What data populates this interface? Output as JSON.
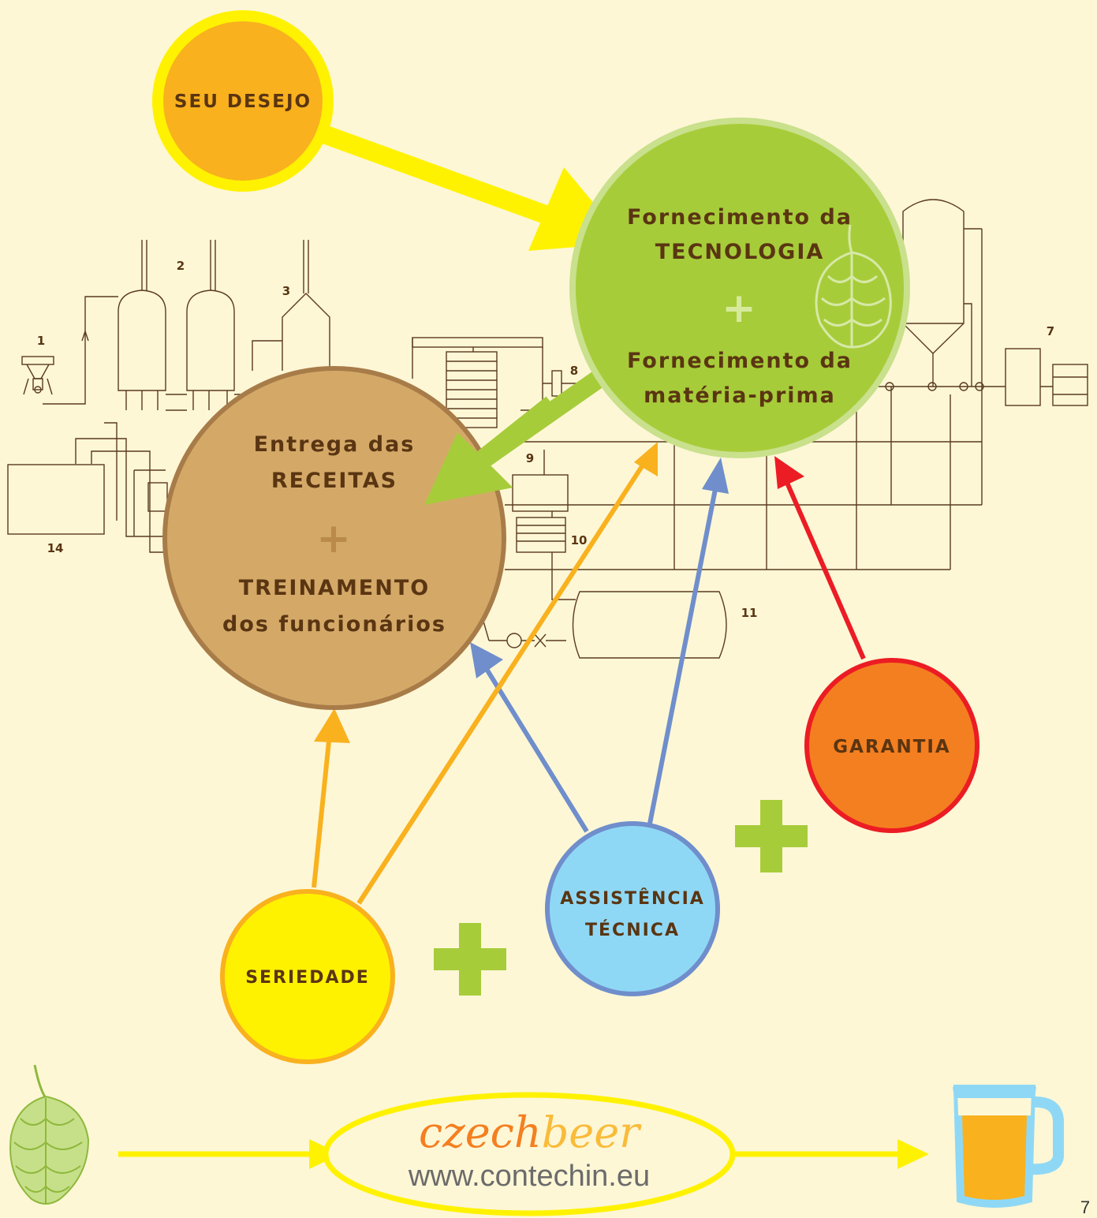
{
  "nodes": {
    "desejo": {
      "label": "SEU DESEJO"
    },
    "tecnologia": {
      "line1": "Fornecimento da",
      "line2": "TECNOLOGIA",
      "plus": "+",
      "line3": "Fornecimento da",
      "line4": "matéria-prima"
    },
    "receitas": {
      "line1": "Entrega das",
      "line2": "RECEITAS",
      "plus": "+",
      "line3": "TREINAMENTO",
      "line4": "dos funcionários"
    },
    "garantia": {
      "label": "GARANTIA"
    },
    "assistencia": {
      "line1": "ASSISTÊNCIA",
      "line2": "TÉCNICA"
    },
    "seriedade": {
      "label": "SERIEDADE"
    }
  },
  "schematic_numbers": [
    "1",
    "2",
    "3",
    "7",
    "8",
    "9",
    "10",
    "11",
    "14"
  ],
  "footer": {
    "brand_part1": "czech",
    "brand_part2": "beer",
    "url": "www.contechin.eu",
    "page_number": "7"
  },
  "colors": {
    "background": "#fdf7d6",
    "yellow": "#fff200",
    "orange": "#f9b11e",
    "green": "#a7cc3a",
    "tan": "#d4a968",
    "blue": "#6f8ecb",
    "light_blue": "#8fd8f5",
    "red": "#ec1c24",
    "dark_orange": "#f47f20",
    "text_brown": "#5a3512"
  },
  "icons": [
    "hop-icon",
    "beer-mug-icon",
    "plus-icon"
  ]
}
